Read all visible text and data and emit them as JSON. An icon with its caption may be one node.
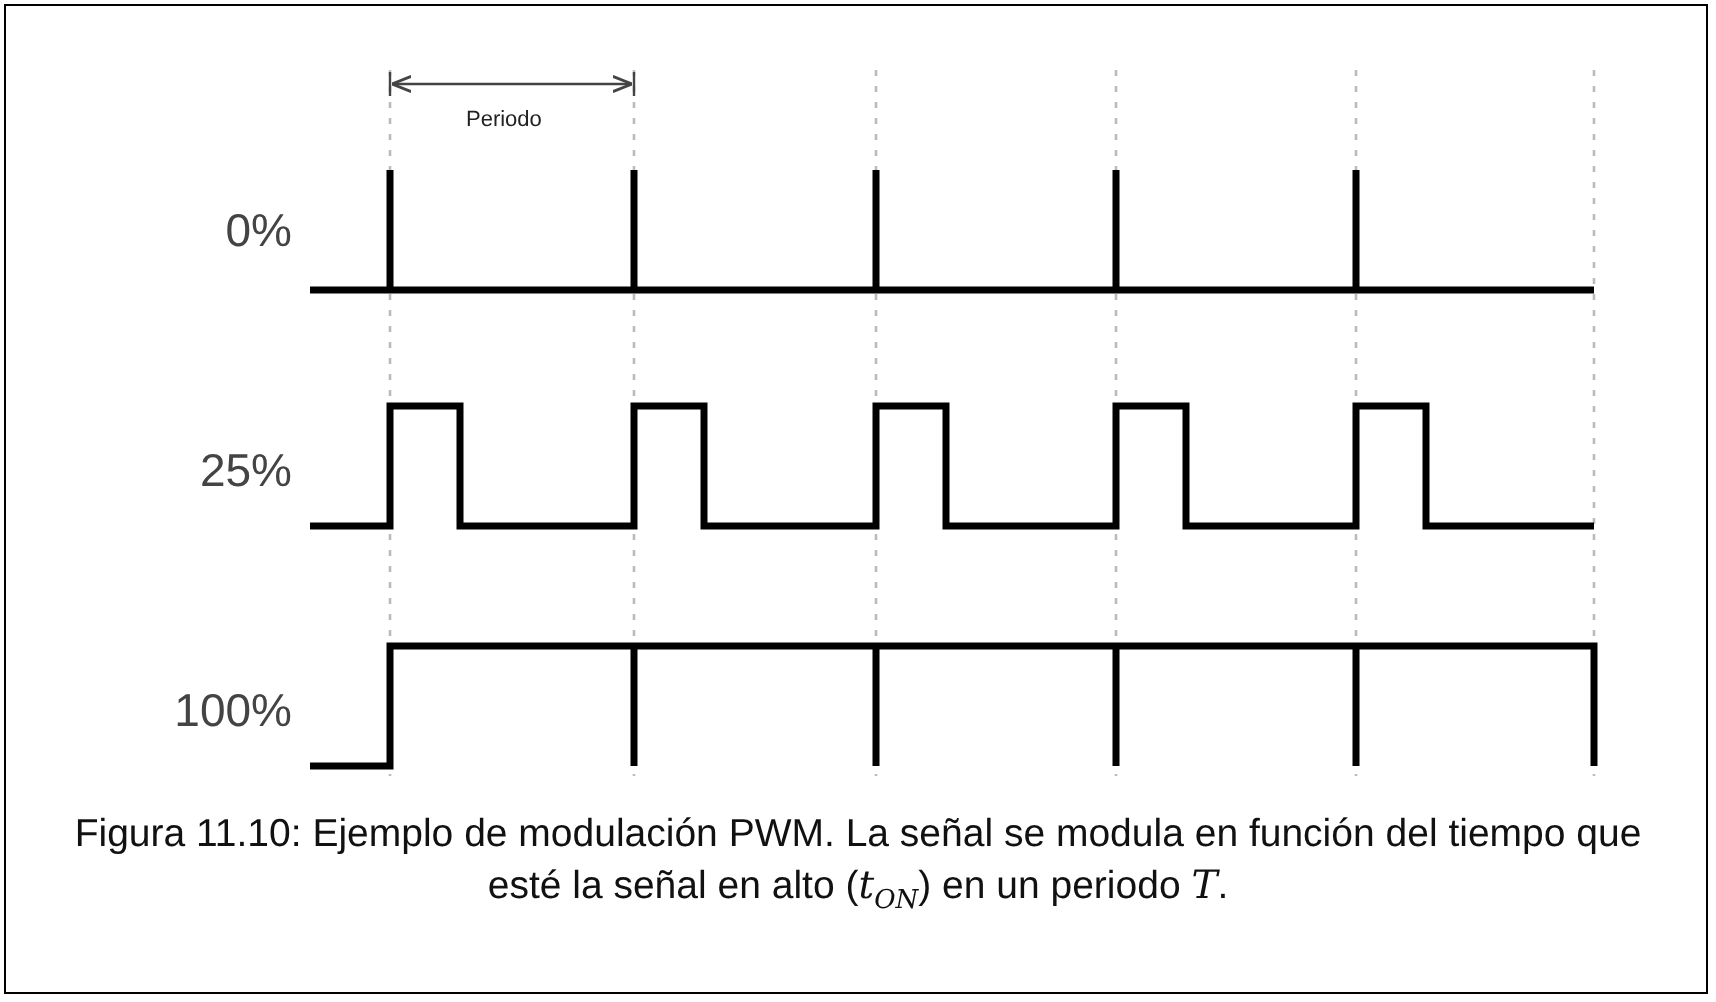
{
  "diagram": {
    "caption": "Figura 11.10: Ejemplo de modulación PWM. La señal se modula en función del tiempo que esté la señal en alto (*t*$_{ON}$) en un periodo *T*.",
    "labels": [
      "Periodo",
      "0%",
      "25%",
      "100%"
    ]
  }
}
